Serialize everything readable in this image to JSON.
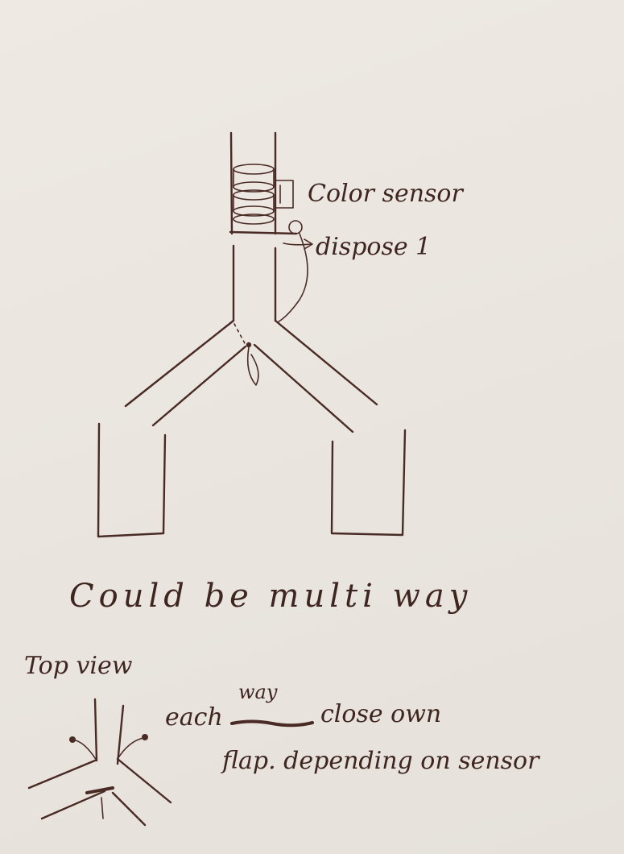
{
  "labels": {
    "color_sensor": "Color sensor",
    "dispose": "dispose 1",
    "multi_way": "Could be multi way",
    "top_view": "Top view",
    "way": "way",
    "each": "each",
    "close_own": "close own",
    "flap_depends": "flap. depending on sensor"
  },
  "colors": {
    "ink": "#4a2a24",
    "paper": "#ebe6e0"
  }
}
